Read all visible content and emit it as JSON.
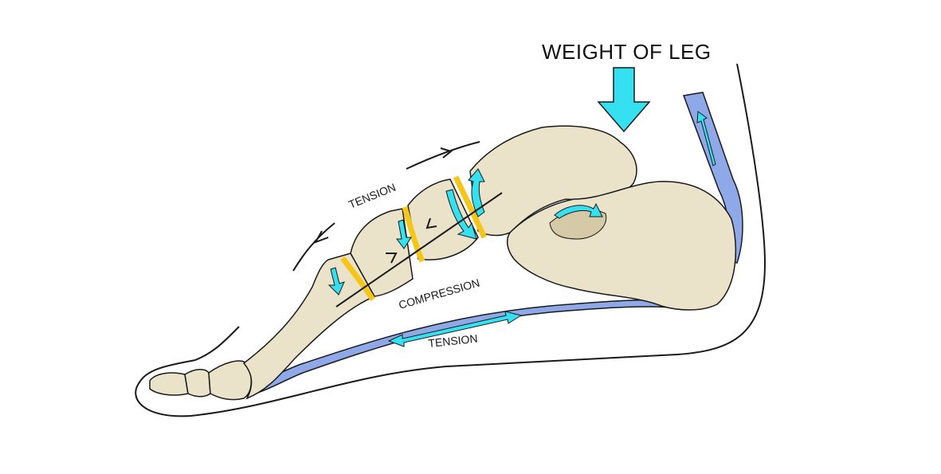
{
  "title": "WEIGHT OF LEG",
  "labels": {
    "tension_top": "TENSION",
    "compression": "COMPRESSION",
    "tension_bottom": "TENSION"
  },
  "colors": {
    "bone": "#ebe3c9",
    "bone_shadow": "#d6caa6",
    "outline": "#1a1a1a",
    "arrow_cyan": "#35e0f0",
    "cartilage_yellow": "#f5c518",
    "ligament_blue": "#8fa8e8",
    "background": "#ffffff"
  },
  "icons": {
    "force_arrow": "down-arrow-icon",
    "tension_arrows": "double-headed-arrow-icon"
  }
}
